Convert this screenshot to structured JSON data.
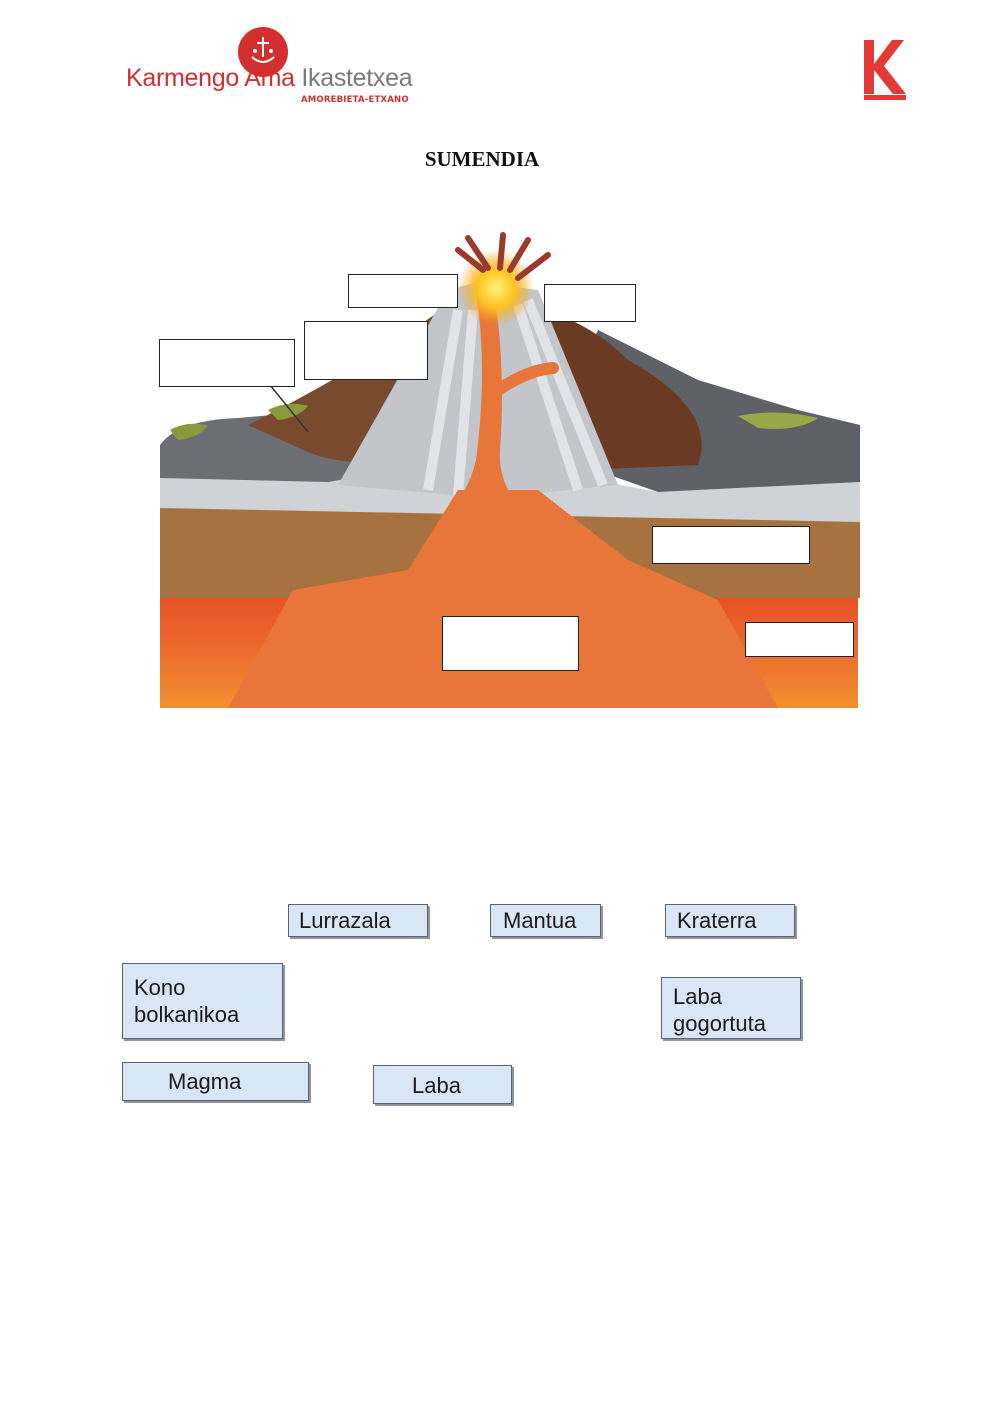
{
  "header": {
    "logo_name_red": "Karmengo Ama",
    "logo_name_gray": "Ikastetxea",
    "logo_location": "AMOREBIETA-ETXANO",
    "right_logo_letter": "K"
  },
  "title": "SUMENDIA",
  "colors": {
    "brand_red": "#d32f2f",
    "chip_fill": "#d9e6f5",
    "lava": "#e8763a",
    "crust": "#9a6a3a"
  },
  "answer_boxes": [
    "",
    "",
    "",
    "",
    "",
    "",
    ""
  ],
  "labels": {
    "lurrazala": "Lurrazala",
    "mantua": "Mantua",
    "kraterra": "Kraterra",
    "kono_line1": "Kono",
    "kono_line2": "bolkanikoa",
    "laba_gog_line1": "Laba",
    "laba_gog_line2": "gogortuta",
    "magma": "Magma",
    "laba": "Laba"
  }
}
